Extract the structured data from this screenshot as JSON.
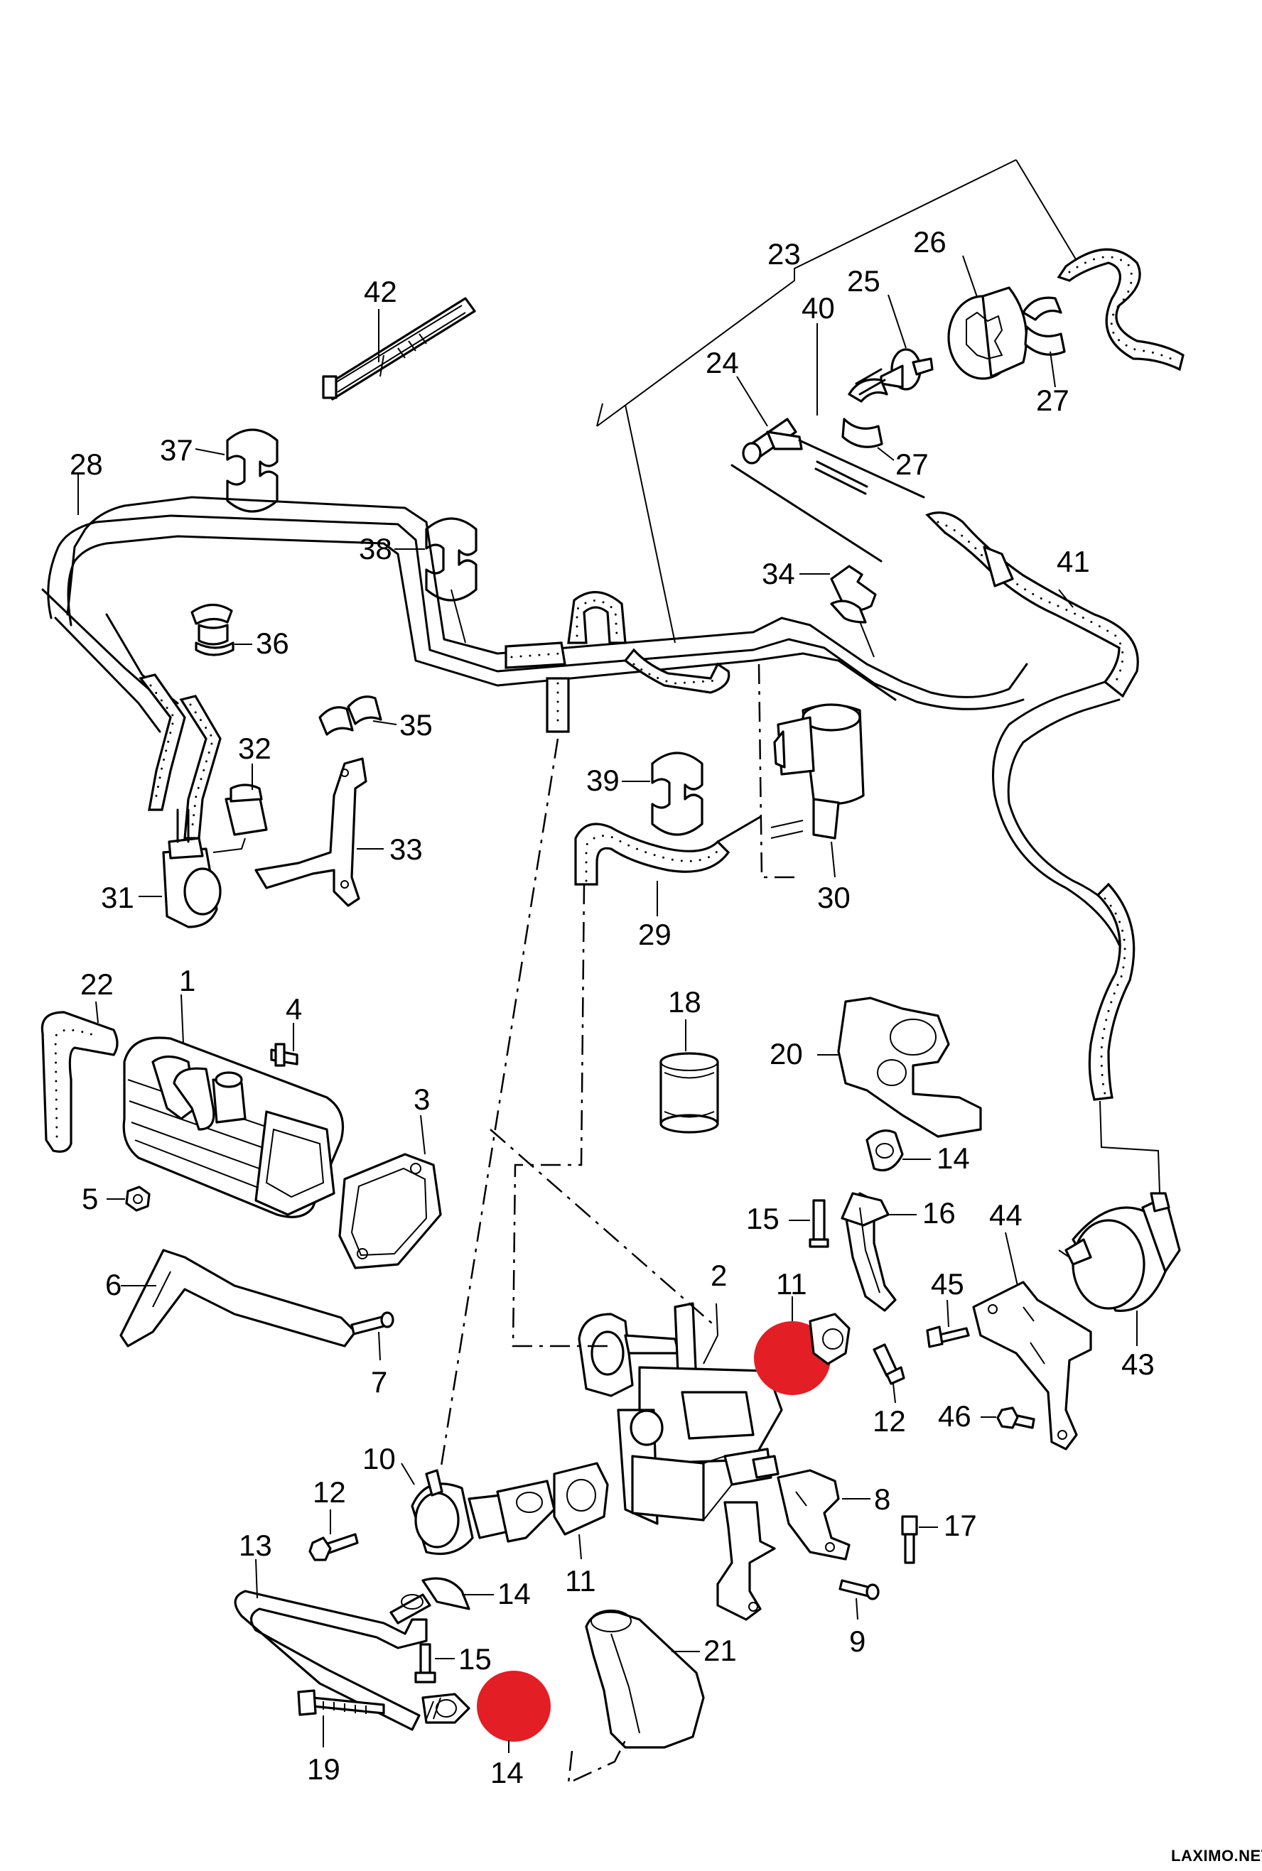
{
  "labels": {
    "p1": "1",
    "p2": "2",
    "p3": "3",
    "p4": "4",
    "p5": "5",
    "p6": "6",
    "p7": "7",
    "p8": "8",
    "p9": "9",
    "p10": "10",
    "p11a": "11",
    "p11b": "11",
    "p12a": "12",
    "p12b": "12",
    "p13": "13",
    "p14a": "14",
    "p14b": "14",
    "p14c": "14",
    "p15a": "15",
    "p15b": "15",
    "p16": "16",
    "p17": "17",
    "p18": "18",
    "p19": "19",
    "p20": "20",
    "p21": "21",
    "p22": "22",
    "p23": "23",
    "p24": "24",
    "p25": "25",
    "p26": "26",
    "p27a": "27",
    "p27b": "27",
    "p28": "28",
    "p29": "29",
    "p30": "30",
    "p31": "31",
    "p32": "32",
    "p33": "33",
    "p34": "34",
    "p35": "35",
    "p36": "36",
    "p37": "37",
    "p38": "38",
    "p39": "39",
    "p40": "40",
    "p41": "41",
    "p42": "42",
    "p43": "43",
    "p44": "44",
    "p45": "45",
    "p46": "46"
  },
  "watermark": "LAXIMO.NET",
  "colors": {
    "line": "#000000",
    "background": "#ffffff",
    "marker": "#e31e24"
  }
}
